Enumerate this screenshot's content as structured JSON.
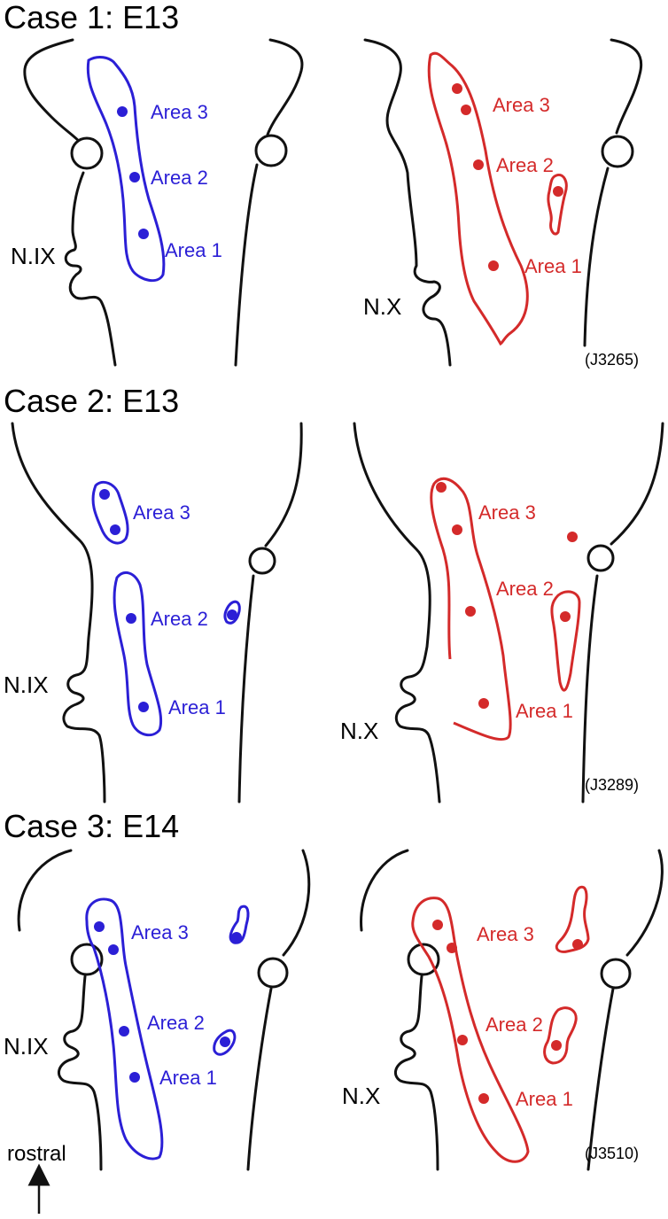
{
  "colors": {
    "blue": "#2b1fd6",
    "red": "#d42a2a",
    "ink": "#111111"
  },
  "cases": [
    {
      "title": "Case 1: E13",
      "left": {
        "nerve": "N.IX",
        "areas": [
          "Area 3",
          "Area 2",
          "Area 1"
        ]
      },
      "right": {
        "nerve": "N.X",
        "areas": [
          "Area 3",
          "Area 2",
          "Area 1"
        ]
      },
      "id": "(J3265)"
    },
    {
      "title": "Case 2: E13",
      "left": {
        "nerve": "N.IX",
        "areas": [
          "Area 3",
          "Area 2",
          "Area 1"
        ]
      },
      "right": {
        "nerve": "N.X",
        "areas": [
          "Area 3",
          "Area 2",
          "Area 1"
        ]
      },
      "id": "(J3289)"
    },
    {
      "title": "Case 3: E14",
      "left": {
        "nerve": "N.IX",
        "areas": [
          "Area 3",
          "Area 2",
          "Area 1"
        ]
      },
      "right": {
        "nerve": "N.X",
        "areas": [
          "Area 3",
          "Area 2",
          "Area 1"
        ]
      },
      "id": "(J3510)"
    }
  ],
  "direction_label": "rostral"
}
